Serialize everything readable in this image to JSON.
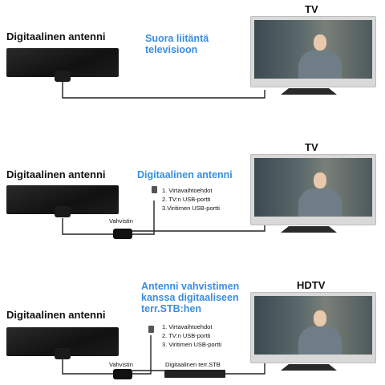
{
  "panels": [
    {
      "antenna_title": "Digitaalinen antenni",
      "info_text": [
        "Suora liitäntä",
        "televisioon"
      ],
      "tv_label": "TV"
    },
    {
      "antenna_title": "Digitaalinen antenni",
      "info_text": [
        "Digitaalinen antenni"
      ],
      "tv_label": "TV",
      "power_options": [
        "1. Virtavaihtoehdot",
        "2. TV:n USB-portti",
        "3.Viritimen USB-portti"
      ],
      "amplifier_label": "Vahvistin"
    },
    {
      "antenna_title": "Digitaalinen antenni",
      "info_text": [
        "Antenni vahvistimen",
        "kanssa digitaaliseen",
        "terr.STB:hen"
      ],
      "tv_label": "HDTV",
      "power_options": [
        "1. Virtavaihtoehdot",
        "2. TV:n USB-portti",
        "3. Viritimen USB-portti"
      ],
      "amplifier_label": "Vahvistin",
      "stb_label": "Digitaalinen terr.STB"
    }
  ]
}
